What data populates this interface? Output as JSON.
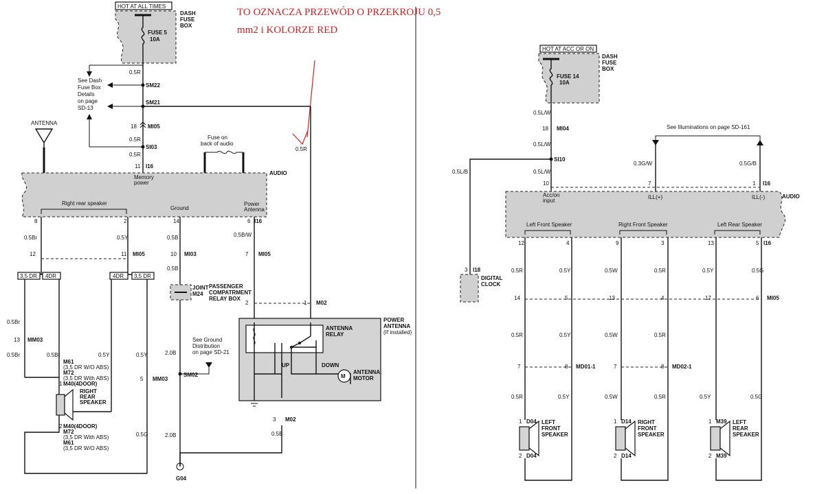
{
  "note": {
    "line1": "TO OZNACZA PRZEWÓD O PRZEKROJU 0,5",
    "line2": "mm2 i KOLORZE RED",
    "color": "#d42020"
  },
  "left": {
    "hot_at_all_times": "HOT AT ALL TIMES",
    "dash_fuse_box": [
      "DASH",
      "FUSE",
      "BOX"
    ],
    "fuse": [
      "FUSE 5",
      "10A"
    ],
    "see_dash_fuse": [
      "See Dash",
      "Fuse Box",
      "Details",
      "on page",
      "SD-13"
    ],
    "antenna": "ANTENNA",
    "fuse_on_back": [
      "Fuse on",
      "back of audio"
    ],
    "audio": "AUDIO",
    "memory_power": [
      "Memory",
      "power"
    ],
    "right_rear_speaker_pin": "Right rear speaker",
    "ground": "Ground",
    "power_antenna_pin": [
      "Power",
      "Antenna"
    ],
    "dr35": "3,5 DR",
    "dr4": "4DR",
    "joint": [
      "JOINT",
      "M24"
    ],
    "passenger_box": [
      "PASSENGER",
      "COMPATRMENT",
      "RELAY BOX"
    ],
    "see_ground": [
      "See Ground",
      "Distribution",
      "on page SD-21"
    ],
    "power_antenna_box": [
      "POWER",
      "ANTENNA",
      "(If installed)"
    ],
    "antenna_relay": [
      "ANTENNA",
      "RELAY"
    ],
    "up": "UP",
    "down": "DOWN",
    "antenna_motor": [
      "ANTENNA",
      "MOTOR"
    ],
    "motor_letter": "M",
    "right_rear_speaker": [
      "RIGHT",
      "REAR",
      "SPEAKER"
    ],
    "conn_top": [
      "M61",
      "(3,5 DR W/O ABS)",
      "M72",
      "(3,5 DR With ABS)",
      "M40(4DOOR)"
    ],
    "conn_bottom": [
      "M40(4DOOR)",
      "M72",
      "(3,5 DR With ABS)",
      "M61",
      "(3,5 DR W/O ABS)"
    ],
    "g04": "G04",
    "labels": {
      "w05r_a": "0.5R",
      "sm22": "SM22",
      "sm21": "SM21",
      "pin18": "18",
      "mi05": "MI05",
      "w05r_b": "0.5R",
      "si03": "SI03",
      "w05r_c": "0.5R",
      "pin11": "11",
      "i16": "I16",
      "w05r_red": "0.5R",
      "pin8": "8",
      "pin2": "2",
      "pin14": "14",
      "pin6": "6",
      "i16b": "I16",
      "w05br": "0.5Br",
      "w05y": "0.5Y",
      "w05b": "0.5B",
      "w05bw": "0.5B/W",
      "pin12": "12",
      "pin11b": "11",
      "mi05b": "MI05",
      "pin10": "10",
      "mi03": "MI03",
      "pin7": "7",
      "mi05c": "MI05",
      "w05b2": "0.5B",
      "pin2b": "2",
      "pin1": "1",
      "m02": "M02",
      "w05br2": "0.5Br",
      "pin13": "13",
      "mm03": "MM03",
      "w05br3": "0.5Br",
      "w05br4": "0.5Br",
      "w05y2": "0.5Y",
      "w05y3": "0.5Y",
      "pin5": "5",
      "mm03b": "MM03",
      "w20b": "2.0B",
      "sm02": "SM02",
      "w20b2": "2.0B",
      "pin3": "3",
      "m02b": "M02",
      "w05b3": "0.5B",
      "w05g": "0.5G",
      "spk1": "1",
      "spk2": "2"
    }
  },
  "right": {
    "hot_acc_on": "HOT AT ACC OR ON",
    "dash_fuse_box": [
      "DASH",
      "FUSE",
      "BOX"
    ],
    "fuse": [
      "FUSE 14",
      "10A"
    ],
    "see_illum": "See Illuminations on page SD-161",
    "audio": "AUDIO",
    "acc_on": [
      "Acc/on",
      "input"
    ],
    "ill_plus": "ILL(+)",
    "ill_minus": "ILL(-)",
    "lfs": "Left Front Speaker",
    "rfs": "Right Front Speaker",
    "lrs": "Left Rear Speaker",
    "digital_clock": [
      "DIGITAL",
      "CLOCK"
    ],
    "left_front": [
      "LEFT",
      "FRONT",
      "SPEAKER"
    ],
    "right_front": [
      "RIGHT",
      "FRONT",
      "SPEAKER"
    ],
    "left_rear": [
      "LEFT",
      "REAR",
      "SPEAKER"
    ],
    "labels": {
      "w05lw": "0.5L/W",
      "pin18": "18",
      "mi04": "MI04",
      "w05lw2": "0.5L/W",
      "si10": "SI10",
      "w05lb": "0.5L/B",
      "w05lw3": "0.5L/W",
      "w03gw": "0.3G/W",
      "w05gb": "0.5G/B",
      "pin10": "10",
      "pin7": "7",
      "pin1": "1",
      "i16": "I16",
      "pin3": "3",
      "i18": "I18",
      "p12": "12",
      "p4": "4",
      "p9": "9",
      "p3": "3",
      "p13": "13",
      "p5": "5",
      "i16b": "I16",
      "a05r": "0.5R",
      "a05y": "0.5Y",
      "a05w": "0.5W",
      "a05r2": "0.5R",
      "a05y2": "0.5Y",
      "a05g": "0.5G",
      "q14": "14",
      "q5": "5",
      "q13": "13",
      "q4": "4",
      "q17": "17",
      "q6": "6",
      "mi05": "MI05",
      "b05r": "0.5R",
      "b05y": "0.5Y",
      "b05w": "0.5W",
      "b05r2": "0.5R",
      "r7": "7",
      "r8": "8",
      "md011": "MD01-1",
      "r7b": "7",
      "r8b": "8",
      "md021": "MD02-1",
      "c05r": "0.5R",
      "c05y": "0.5Y",
      "c05w": "0.5W",
      "c05r2": "0.5R",
      "c05y2": "0.5Y",
      "c05g": "0.5G",
      "s1": "1",
      "d04": "D04",
      "s1b": "1",
      "d14": "D14",
      "s1c": "1",
      "m39": "M39",
      "s2": "2",
      "d04b": "D04",
      "s2b": "2",
      "d14b": "D14",
      "s2c": "2",
      "m39b": "M39"
    }
  }
}
